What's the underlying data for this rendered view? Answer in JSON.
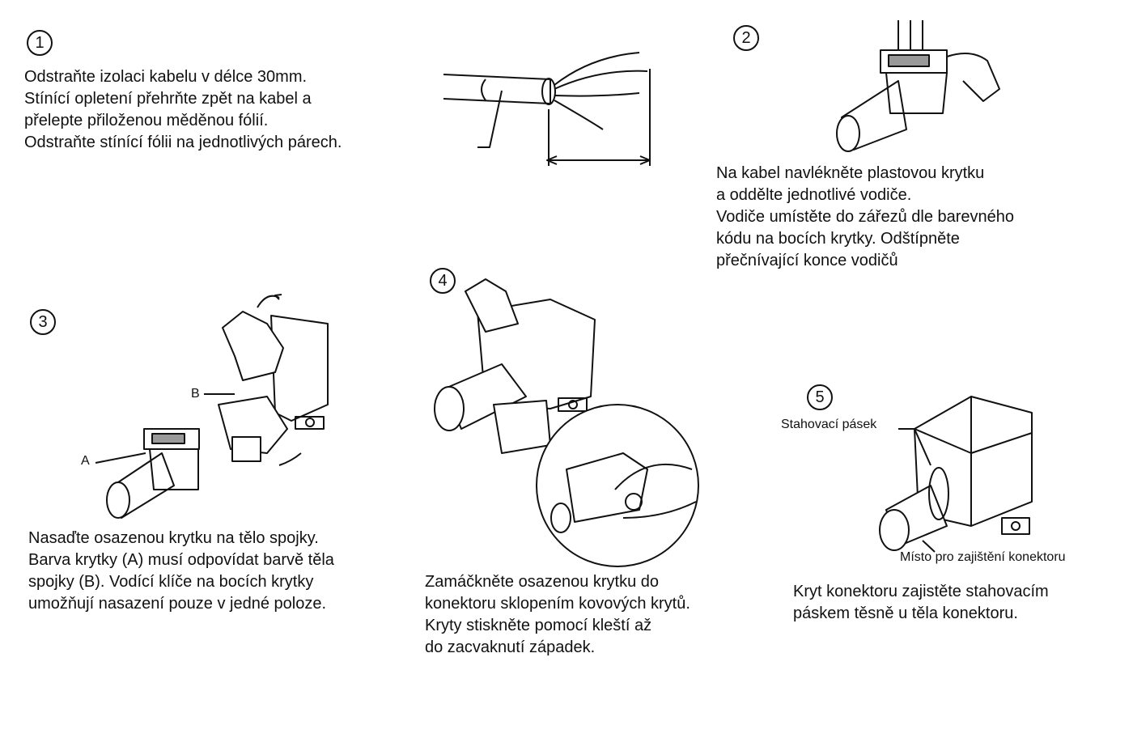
{
  "steps": [
    {
      "number": "1",
      "lines": [
        "Odstraňte izolaci kabelu v délce 30mm.",
        "Stínící opletení přehrňte zpět na kabel a",
        "přelepte přiloženou měděnou fólií.",
        "Odstraňte stínící fólii na jednotlivých párech."
      ]
    },
    {
      "number": "2",
      "lines": [
        "Na kabel navlékněte plastovou krytku",
        "a oddělte jednotlivé vodiče.",
        "Vodiče umístěte do zářezů dle barevného",
        "kódu na bocích krytky. Odštípněte",
        "přečnívající konce vodičů"
      ]
    },
    {
      "number": "3",
      "lines": [
        "Nasaďte osazenou krytku na tělo spojky.",
        "Barva krytky (A) musí odpovídat barvě těla",
        "spojky (B). Vodící klíče na bocích krytky",
        "umožňují nasazení pouze v jedné poloze."
      ],
      "labels": {
        "a": "A",
        "b": "B"
      }
    },
    {
      "number": "4",
      "lines": [
        "Zamáčkněte osazenou krytku do",
        "konektoru sklopením kovových krytů.",
        "Kryty stiskněte pomocí kleští až",
        "do zacvaknutí západek."
      ]
    },
    {
      "number": "5",
      "lines": [
        "Kryt konektoru zajistěte stahovacím",
        "páskem těsně u těla konektoru."
      ],
      "labels": {
        "tie": "Stahovací pásek",
        "lock": "Místo pro zajištění konektoru"
      }
    }
  ]
}
